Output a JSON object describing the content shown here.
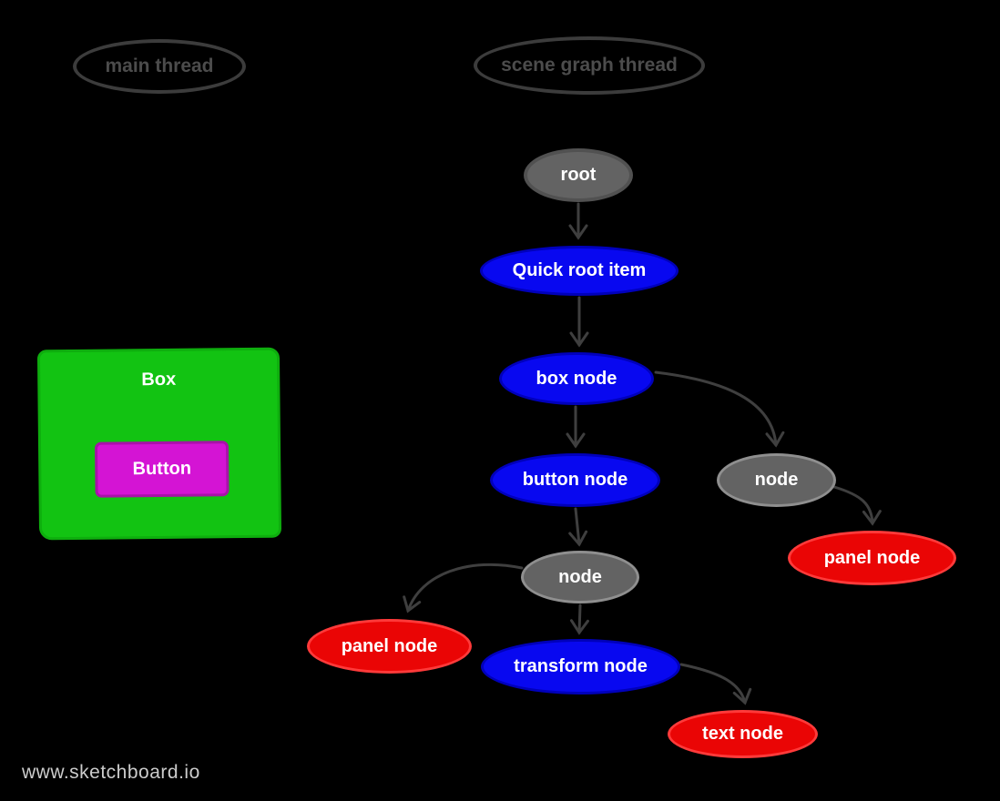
{
  "colors": {
    "background": "#000000",
    "outline": "#3c3c3c",
    "lane_text": "#4c4c4c",
    "arrow": "#3f3f3f",
    "node_text": "#ffffff",
    "node_gray_fill": "#636363",
    "node_gray_stroke_dark": "#515151",
    "node_gray_stroke_light": "#8f8f8f",
    "node_blue_fill": "#0808f0",
    "node_blue_stroke": "#0000bb",
    "node_red_fill": "#ea0505",
    "node_red_stroke": "#ff3a3a",
    "box_green_fill": "#12c312",
    "box_green_stroke": "#0eae0e",
    "button_magenta_fill": "#d414d4",
    "button_magenta_stroke": "#a812a8",
    "watermark_text": "#cccccc"
  },
  "lanes": {
    "main_thread": "main thread",
    "scene_graph_thread": "scene graph thread"
  },
  "scene_graph": {
    "nodes": [
      {
        "id": "root",
        "label": "root",
        "color": "gray"
      },
      {
        "id": "quick-root-item",
        "label": "Quick root item",
        "color": "blue"
      },
      {
        "id": "box-node",
        "label": "box node",
        "color": "blue"
      },
      {
        "id": "button-node",
        "label": "button node",
        "color": "blue"
      },
      {
        "id": "node-right",
        "label": "node",
        "color": "gray"
      },
      {
        "id": "panel-node-right",
        "label": "panel node",
        "color": "red"
      },
      {
        "id": "node-center",
        "label": "node",
        "color": "gray"
      },
      {
        "id": "panel-node-left",
        "label": "panel node",
        "color": "red"
      },
      {
        "id": "transform-node",
        "label": "transform node",
        "color": "blue"
      },
      {
        "id": "text-node",
        "label": "text node",
        "color": "red"
      }
    ],
    "edges": [
      {
        "from": "root",
        "to": "quick-root-item"
      },
      {
        "from": "quick-root-item",
        "to": "box-node"
      },
      {
        "from": "box-node",
        "to": "button-node"
      },
      {
        "from": "box-node",
        "to": "node-right"
      },
      {
        "from": "node-right",
        "to": "panel-node-right"
      },
      {
        "from": "button-node",
        "to": "node-center"
      },
      {
        "from": "node-center",
        "to": "panel-node-left"
      },
      {
        "from": "node-center",
        "to": "transform-node"
      },
      {
        "from": "transform-node",
        "to": "text-node"
      }
    ]
  },
  "main_thread_view": {
    "box_label": "Box",
    "button_label": "Button"
  },
  "watermark": "www.sketchboard.io"
}
